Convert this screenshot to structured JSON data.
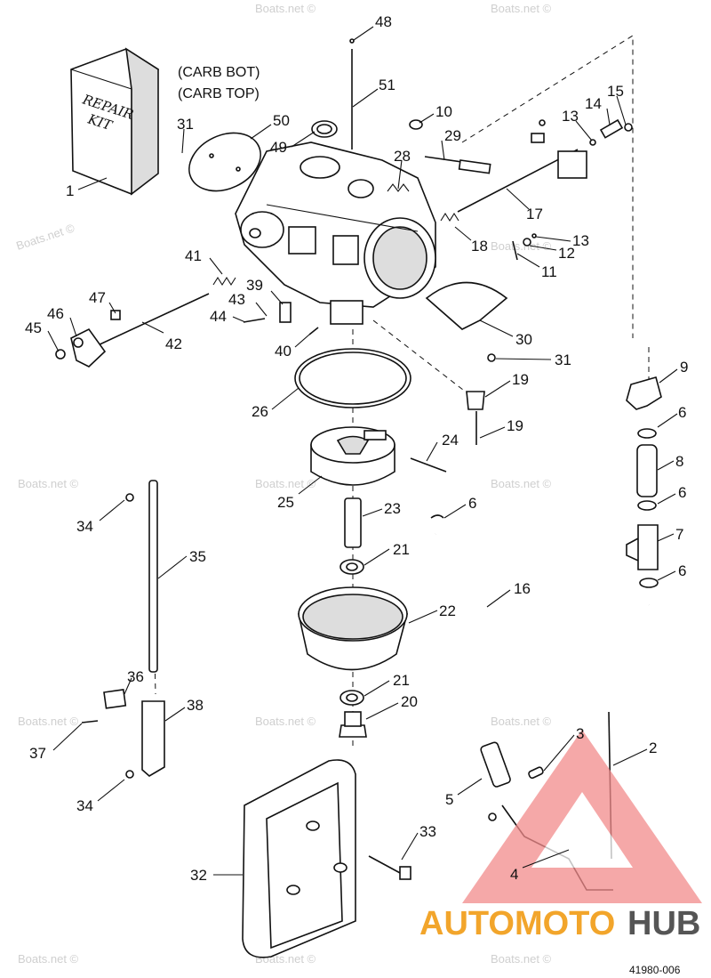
{
  "diagram": {
    "notes": [
      "(CARB BOT)",
      "(CARB TOP)"
    ],
    "repair_kit": [
      "REPAIR",
      "KIT"
    ],
    "figure_number": "41980-006",
    "callouts": [
      "48",
      "51",
      "10",
      "29",
      "13",
      "14",
      "15",
      "31",
      "50",
      "49",
      "28",
      "17",
      "18",
      "13",
      "12",
      "11",
      "1",
      "41",
      "43",
      "39",
      "47",
      "46",
      "45",
      "44",
      "42",
      "40",
      "30",
      "31",
      "9",
      "19",
      "6",
      "26",
      "24",
      "19",
      "8",
      "6",
      "25",
      "23",
      "6",
      "7",
      "21",
      "35",
      "34",
      "22",
      "16",
      "6",
      "36",
      "38",
      "21",
      "20",
      "37",
      "3",
      "2",
      "5",
      "34",
      "33",
      "4",
      "32"
    ],
    "watermarks": [
      "Boats.net ©",
      "Boats.net ©",
      "Boats.net ©",
      "Boats.net ©",
      "Boats.net ©",
      "Boats.net ©",
      "Boats.net ©",
      "Boats.net ©",
      "Boats.net ©",
      "Boats.net ©",
      "Boats.net ©",
      "Boats.net ©",
      "Boats.net ©"
    ],
    "brand_logo": {
      "part1": "AUTOMOTO",
      "part2": "HUB"
    }
  }
}
